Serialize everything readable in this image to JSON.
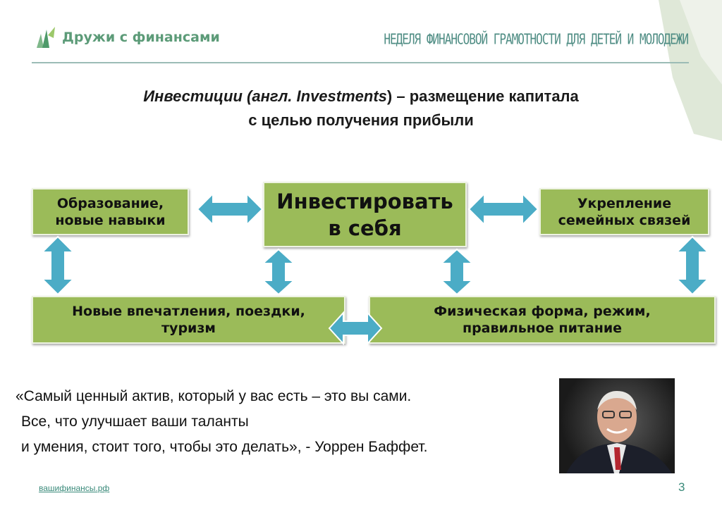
{
  "header": {
    "logo_text": "Дружи с финансами",
    "event_title": "НЕДЕЛЯ ФИНАНСОВОЙ ГРАМОТНОСТИ ДЛЯ ДЕТЕЙ И МОЛОДЕЖИ"
  },
  "title": {
    "line1": "Инвестиции (англ. Investments) – размещение капитала",
    "line2": "с целью получения прибыли"
  },
  "diagram": {
    "center": [
      "Инвестировать",
      "в себя"
    ],
    "left": [
      "Образование,",
      "новые навыки"
    ],
    "right": [
      "Укрепление",
      "семейных связей"
    ],
    "bottom_left": [
      "Новые впечатления, поездки,",
      "туризм"
    ],
    "bottom_right": [
      "Физическая форма, режим,",
      "правильное питание"
    ]
  },
  "colors": {
    "box": "#9bbb59",
    "arrow": "#4bacc6"
  },
  "quote": {
    "lines": [
      "«Самый ценный актив, который у вас есть – это вы сами.",
      "Все, что улучшает ваши таланты",
      "и умения, стоит того, чтобы это делать», - Уоррен Баффет."
    ]
  },
  "footer": {
    "link": "вашифинансы.рф",
    "page_number": "3"
  }
}
